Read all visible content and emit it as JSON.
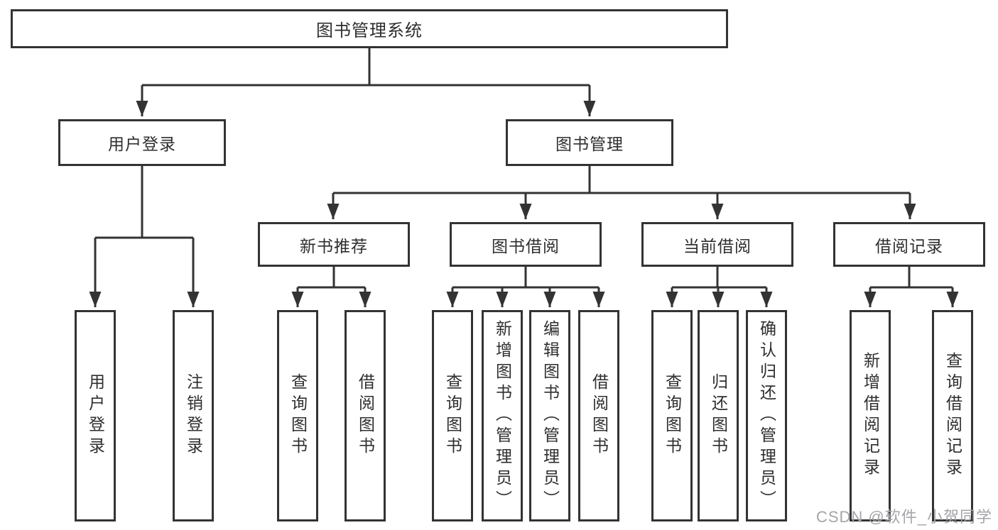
{
  "diagram": {
    "nodes": {
      "root": "图书管理系统",
      "user_login": "用户登录",
      "book_management": "图书管理",
      "new_book_recommend": "新书推荐",
      "book_borrow": "图书借阅",
      "current_borrow": "当前借阅",
      "borrow_records": "借阅记录",
      "leaf_user_login": "用户登录",
      "leaf_logout": "注销登录",
      "leaf_recommend_query": "查询图书",
      "leaf_recommend_borrow": "借阅图书",
      "leaf_borrow_query": "查询图书",
      "leaf_borrow_add": "新增图书（管理员）",
      "leaf_borrow_edit": "编辑图书（管理员）",
      "leaf_borrow_borrow": "借阅图书",
      "leaf_current_query": "查询图书",
      "leaf_current_return": "归还图书",
      "leaf_current_confirm": "确认归还（管理员）",
      "leaf_records_add": "新增借阅记录",
      "leaf_records_query": "查询借阅记录"
    }
  },
  "watermark": "CSDN @软件_小贺同学",
  "colors": {
    "line": "#333333",
    "text": "#2e2e2e",
    "watermark": "#a5a5aa",
    "background": "#ffffff"
  }
}
